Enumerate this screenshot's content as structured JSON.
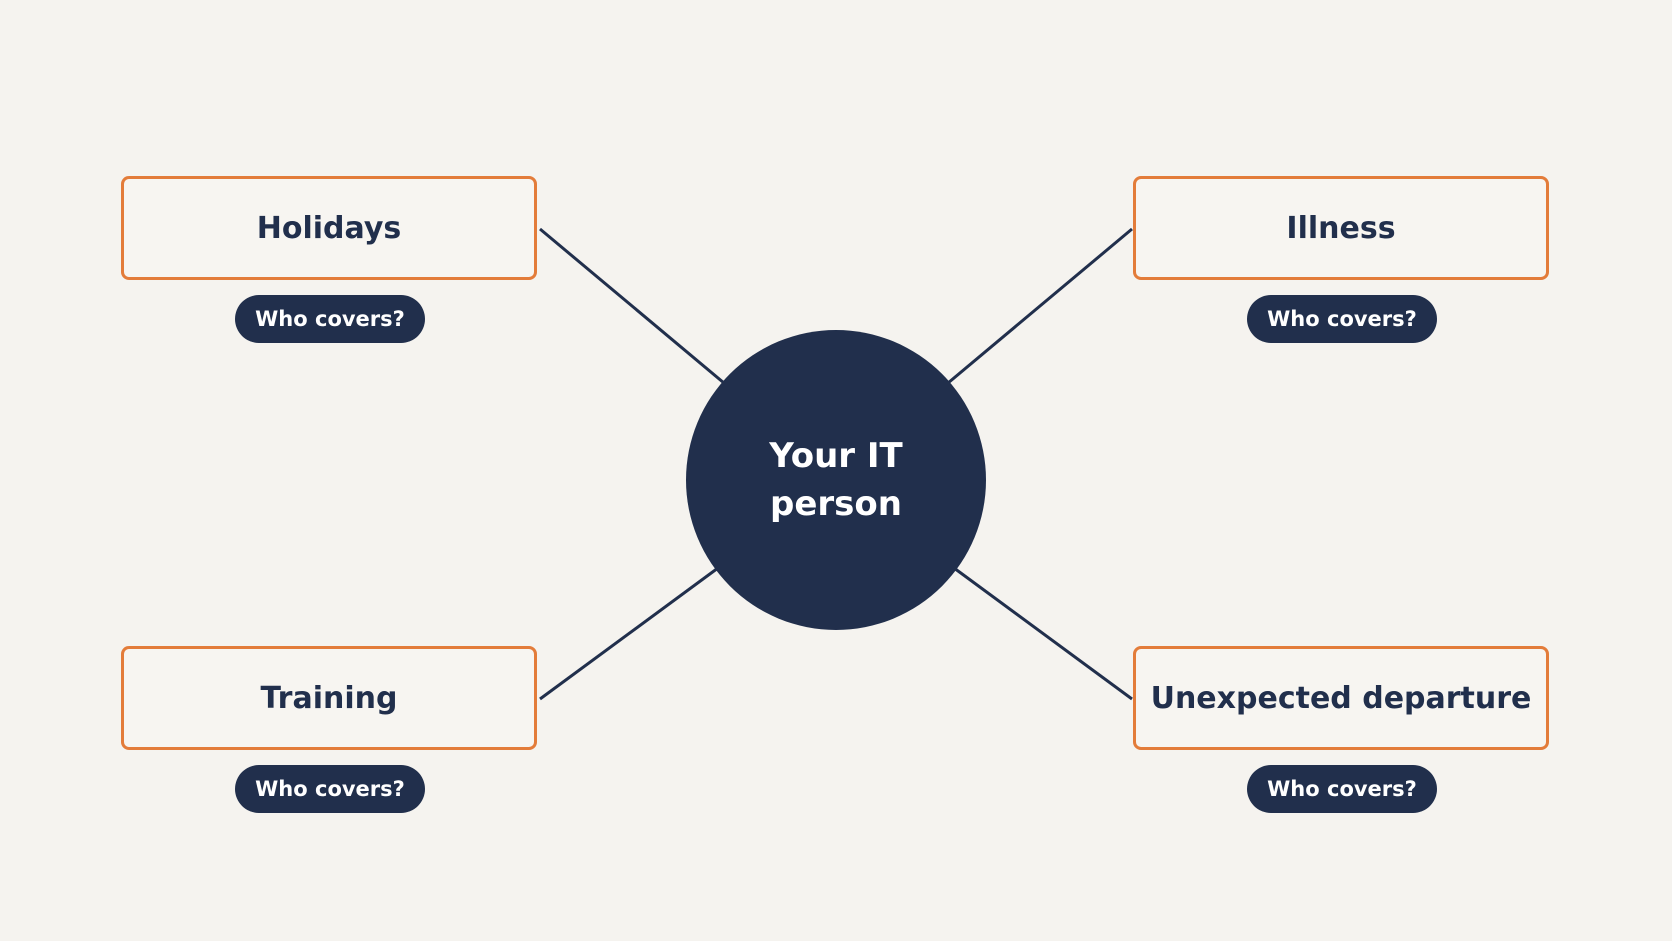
{
  "hub": {
    "label_line1": "Your IT",
    "label_line2": "person"
  },
  "scenarios": [
    {
      "label": "Holidays",
      "tag": "Who covers?"
    },
    {
      "label": "Illness",
      "tag": "Who covers?"
    },
    {
      "label": "Training",
      "tag": "Who covers?"
    },
    {
      "label": "Unexpected departure",
      "tag": "Who covers?"
    }
  ],
  "colors": {
    "background": "#f5f3ef",
    "navy": "#212f4c",
    "orange": "#e37c3a",
    "white": "#ffffff"
  }
}
